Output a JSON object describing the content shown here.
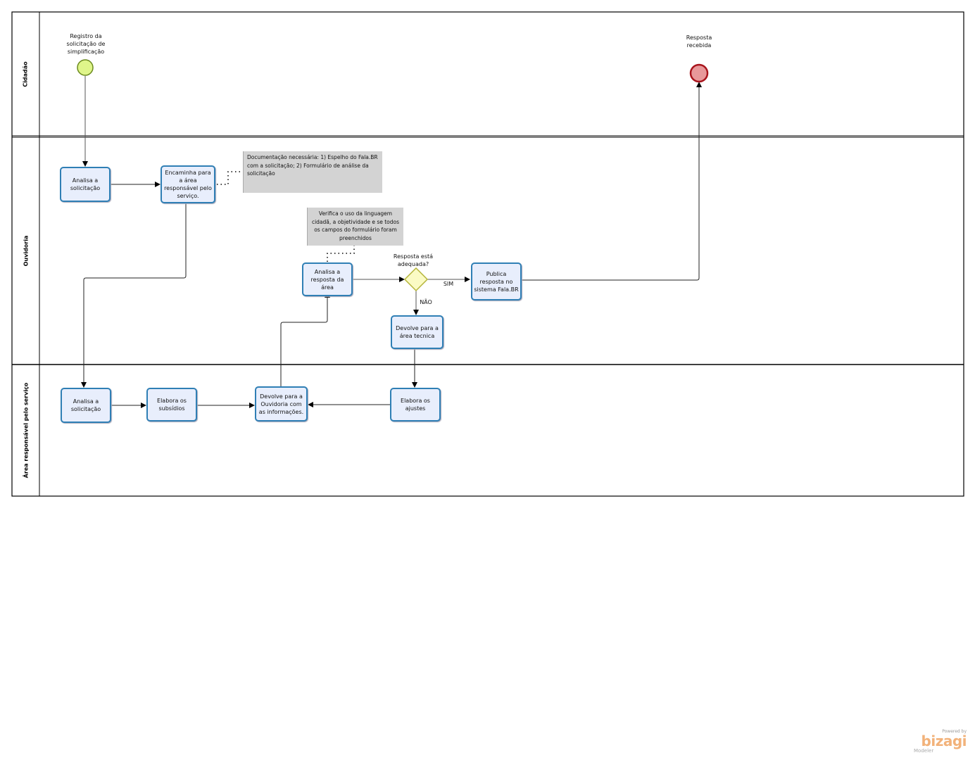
{
  "lanes": [
    "Cidadão",
    "Ouvidoria",
    "Área responsável pelo serviço"
  ],
  "events": {
    "start": "Registro da solicitação de simplificação",
    "end": "Resposta recebida"
  },
  "tasks": {
    "ouv_analisa": "Analisa a solicitação",
    "encaminha": "Encaminha para a área responsável pelo serviço.",
    "analisa_resposta": "Analisa a resposta da área",
    "publica": "Publica resposta no sistema Fala.BR",
    "devolve_tecnica": "Devolve para a área tecnica",
    "area_analisa": "Analisa a solicitação",
    "elabora_subsidios": "Elabora os subsídios",
    "devolve_ouvidoria": "Devolve para a Ouvidoria com as informações.",
    "elabora_ajustes": "Elabora os ajustes"
  },
  "gateway": {
    "question": "Resposta está adequada?",
    "yes": "SIM",
    "no": "NÃO"
  },
  "annotations": {
    "doc": "Documentação necessária: 1) Espelho do Fala.BR com a solicitação; 2) Formulário de análise da solicitação",
    "verifica": "Verifica o uso da linguagem cidadã, a objetividade e se todos os campos do formulário foram preenchidos"
  },
  "footer": {
    "powered": "Powered by",
    "brand": "bizagi",
    "product": "Modeler"
  },
  "colors": {
    "task_border": "#2f7fb5",
    "task_fill": "#e8eefc",
    "start": "#dff58a",
    "end": "#e8989a",
    "gateway": "#fbfbc4"
  }
}
